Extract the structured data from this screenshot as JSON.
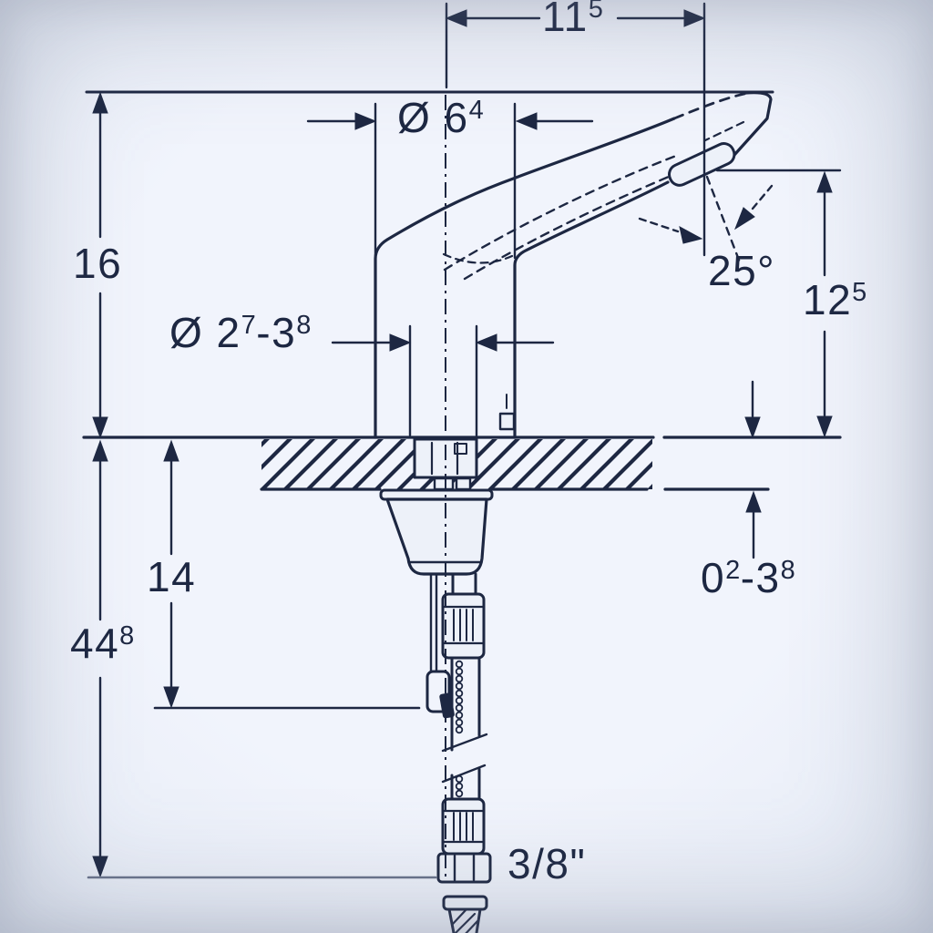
{
  "drawing": {
    "background_color": "#edf1f9",
    "line_color": "#1d2742",
    "dimensions": {
      "spout_projection": {
        "value": "11",
        "sup": "5"
      },
      "body_diameter": {
        "prefix": "Ø 6",
        "sup": "4"
      },
      "height_above_counter": {
        "value": "16"
      },
      "mounting_hole_diameter": {
        "prefix": "Ø 2",
        "sup1": "7",
        "range": "-3",
        "sup2": "8"
      },
      "jet_angle": {
        "value": "25°"
      },
      "outlet_height": {
        "value": "12",
        "sup": "5"
      },
      "counter_thickness": {
        "prefix": "0",
        "sup1": "2",
        "range": "-3",
        "sup2": "8"
      },
      "hose_clearance": {
        "value": "14"
      },
      "total_depth_below": {
        "value": "44",
        "sup": "8"
      },
      "supply_connection": {
        "value": "3/8\""
      }
    }
  }
}
